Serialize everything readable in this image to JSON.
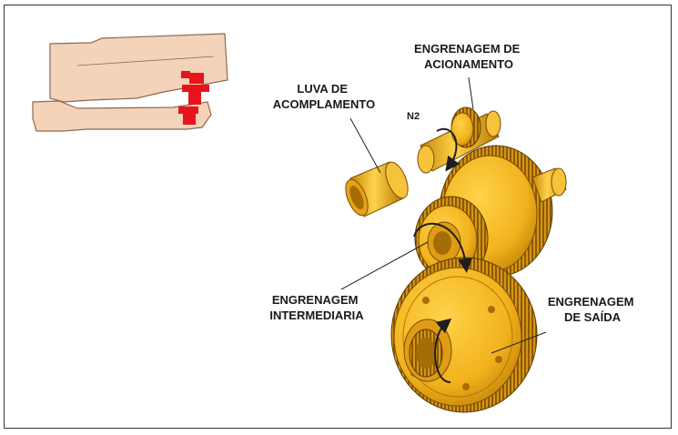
{
  "labels": {
    "drive_gear": [
      "ENGRENAGEM DE",
      "ACIONAMENTO"
    ],
    "coupling_sleeve": [
      "LUVA DE",
      "ACOMPLAMENTO"
    ],
    "n2": "N2",
    "idler_gear": [
      "ENGRENAGEM",
      "INTERMEDIARIA"
    ],
    "output_gear": [
      "ENGRENAGEM",
      "DE SAÍDA"
    ]
  },
  "colors": {
    "gear_fill": "#f2b21d",
    "gear_shade": "#c8880a",
    "gear_dark": "#7a4e05",
    "housing_fill": "#f4d3b8",
    "housing_stroke": "#8a6a55",
    "highlight": "#e8141b",
    "leader": "#222222"
  }
}
